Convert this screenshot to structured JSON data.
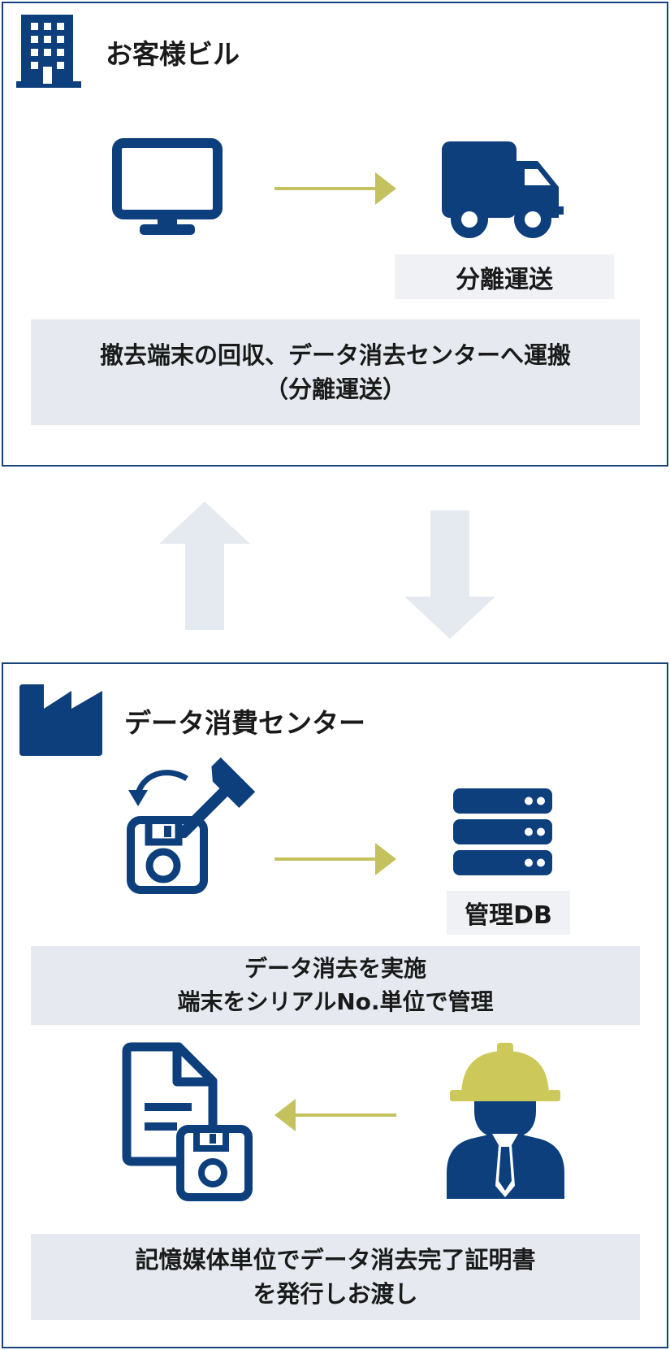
{
  "top_panel": {
    "title": "お客様ビル",
    "transport_label": "分離運送",
    "description_line1": "撤去端末の回収、データ消去センターへ運搬",
    "description_line2": "（分離運送）"
  },
  "bottom_panel": {
    "title": "データ消費センター",
    "db_label": "管理DB",
    "erase_line1": "データ消去を実施",
    "erase_line2": "端末をシリアルNo.単位で管理",
    "certificate_line1": "記憶媒体単位でデータ消去完了証明書",
    "certificate_line2": "を発行しお渡し"
  },
  "colors": {
    "navy": "#0d3f7d",
    "accent_arrow": "#c3c25e",
    "helmet": "#cdc85a",
    "light_box": "#e6eaf0",
    "transfer_arrow": "#e5eaf1"
  }
}
